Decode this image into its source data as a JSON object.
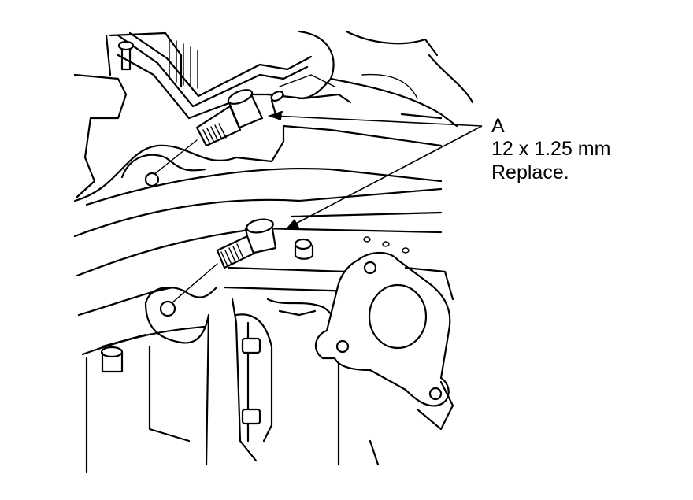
{
  "callout": {
    "letter": "A",
    "spec": "12 x 1.25 mm",
    "note": "Replace."
  },
  "colors": {
    "line": "#000000",
    "background": "#ffffff"
  }
}
